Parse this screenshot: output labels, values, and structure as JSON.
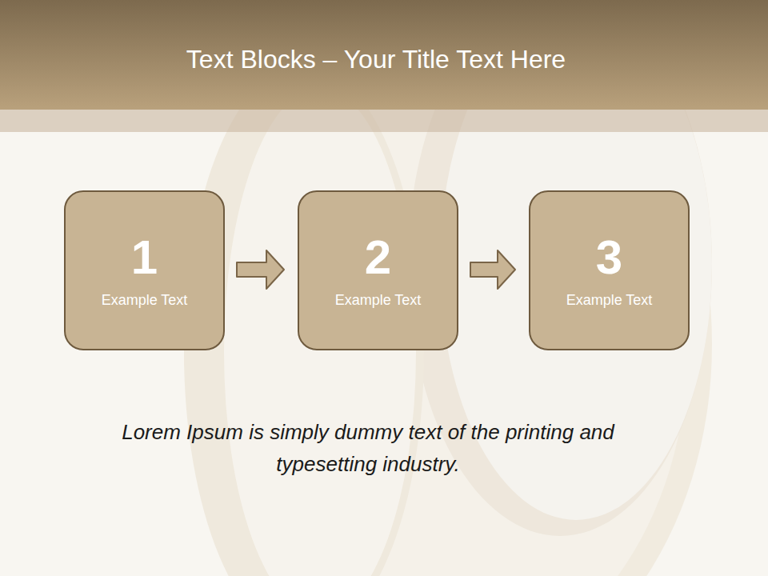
{
  "diagram": {
    "title": "Text Blocks – Your Title Text Here",
    "caption": "Lorem Ipsum is simply dummy text of the printing and typesetting industry.",
    "nodes": [
      {
        "text": [
          "1",
          "Example Text"
        ]
      },
      {
        "text": [
          "2",
          "Example Text"
        ]
      },
      {
        "text": [
          "3",
          "Example Text"
        ]
      }
    ],
    "edges": [
      {
        "from": 0,
        "to": 1,
        "arrow": "to"
      },
      {
        "from": 1,
        "to": 2,
        "arrow": "to"
      }
    ]
  }
}
